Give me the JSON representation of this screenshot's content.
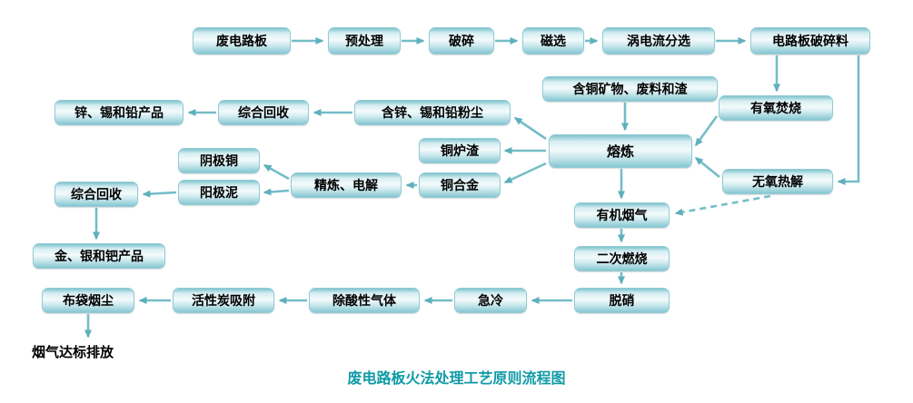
{
  "title": "废电路板火法处理工艺原则流程图",
  "colors": {
    "arrow_teal": "#6ab7c3",
    "node_rim_teal": "#7fc3ce",
    "node_center": "#f3fafb",
    "title_teal": "#0f9aa5",
    "text_black": "#000000"
  },
  "nodes": {
    "waste_board": "废电路板",
    "pretreat": "预处理",
    "crush": "破碎",
    "magnetic": "磁选",
    "eddy": "涡电流分选",
    "crushed": "电路板破碎料",
    "copper_ore": "含铜矿物、废料和渣",
    "zn_sn_pb_product": "锌、锡和铅产品",
    "recovery1": "综合回收",
    "zn_dust": "含锌、锡和铅粉尘",
    "aerobic": "有氧焚烧",
    "copper_slag": "铜炉渣",
    "smelting": "熔炼",
    "cathode": "阴极铜",
    "refining": "精炼、电解",
    "copper_alloy": "铜合金",
    "anaerobic": "无氧热解",
    "anode_mud": "阳极泥",
    "recovery2": "综合回收",
    "organic_gas": "有机烟气",
    "au_ag_pd_product": "金、银和钯产品",
    "secondary_burn": "二次燃烧",
    "bag_dust": "布袋烟尘",
    "carbon_adsorb": "活性炭吸附",
    "acid_removal": "除酸性气体",
    "quench": "急冷",
    "denox": "脱硝",
    "emission": "烟气达标排放"
  },
  "edges": [
    {
      "from": "waste_board",
      "to": "pretreat",
      "style": "solid"
    },
    {
      "from": "pretreat",
      "to": "crush",
      "style": "solid"
    },
    {
      "from": "crush",
      "to": "magnetic",
      "style": "solid"
    },
    {
      "from": "magnetic",
      "to": "eddy",
      "style": "solid"
    },
    {
      "from": "eddy",
      "to": "crushed",
      "style": "solid"
    },
    {
      "from": "crushed",
      "to": "aerobic",
      "style": "solid"
    },
    {
      "from": "crushed",
      "to": "anaerobic",
      "style": "solid"
    },
    {
      "from": "aerobic",
      "to": "smelting",
      "style": "solid"
    },
    {
      "from": "anaerobic",
      "to": "smelting",
      "style": "solid"
    },
    {
      "from": "copper_ore",
      "to": "smelting",
      "style": "solid"
    },
    {
      "from": "smelting",
      "to": "zn_dust",
      "style": "solid"
    },
    {
      "from": "zn_dust",
      "to": "recovery1",
      "style": "solid"
    },
    {
      "from": "recovery1",
      "to": "zn_sn_pb_product",
      "style": "solid"
    },
    {
      "from": "smelting",
      "to": "copper_slag",
      "style": "solid"
    },
    {
      "from": "smelting",
      "to": "copper_alloy",
      "style": "solid"
    },
    {
      "from": "copper_alloy",
      "to": "refining",
      "style": "solid"
    },
    {
      "from": "refining",
      "to": "cathode",
      "style": "solid"
    },
    {
      "from": "refining",
      "to": "anode_mud",
      "style": "solid"
    },
    {
      "from": "anode_mud",
      "to": "recovery2",
      "style": "solid"
    },
    {
      "from": "recovery2",
      "to": "au_ag_pd_product",
      "style": "solid"
    },
    {
      "from": "smelting",
      "to": "organic_gas",
      "style": "solid"
    },
    {
      "from": "anaerobic",
      "to": "organic_gas",
      "style": "dashed"
    },
    {
      "from": "organic_gas",
      "to": "secondary_burn",
      "style": "solid"
    },
    {
      "from": "secondary_burn",
      "to": "denox",
      "style": "solid"
    },
    {
      "from": "denox",
      "to": "quench",
      "style": "solid"
    },
    {
      "from": "quench",
      "to": "acid_removal",
      "style": "solid"
    },
    {
      "from": "acid_removal",
      "to": "carbon_adsorb",
      "style": "solid"
    },
    {
      "from": "carbon_adsorb",
      "to": "bag_dust",
      "style": "solid"
    },
    {
      "from": "bag_dust",
      "to": "emission",
      "style": "solid"
    }
  ]
}
